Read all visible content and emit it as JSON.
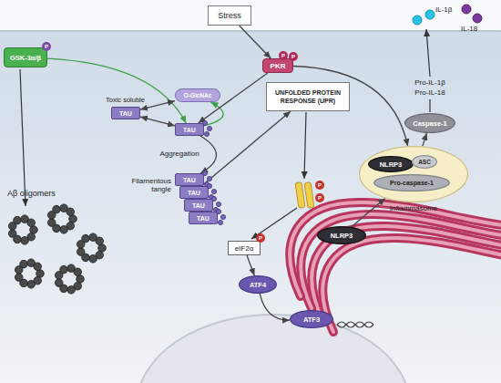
{
  "diagram": {
    "nodes": [
      {
        "text": [
          "Stress"
        ]
      },
      {
        "text": [
          "PKR"
        ]
      },
      {
        "text": [
          "GSK-3α/β"
        ]
      },
      {
        "text": [
          "O-GlcNAc"
        ]
      },
      {
        "text": [
          "TAU"
        ]
      },
      {
        "text": [
          "UNFOLDED PROTEIN RESPONSE (UPR)"
        ]
      },
      {
        "text": [
          "Caspase-1"
        ]
      },
      {
        "text": [
          "TAU"
        ]
      },
      {
        "text": [
          "Inflammasome"
        ]
      },
      {
        "text": [
          "NLRP3"
        ],
        "in": 8
      },
      {
        "text": [
          "ASC"
        ],
        "in": 8
      },
      {
        "text": [
          "Pro-caspase-1"
        ],
        "in": 8
      },
      {
        "text": [
          "TAU"
        ]
      },
      {
        "text": [
          "TAU"
        ]
      },
      {
        "text": [
          "TAU"
        ]
      },
      {
        "text": [
          "TAU"
        ]
      },
      {
        "text": [
          "NLRP3"
        ]
      },
      {
        "text": [
          "eIF2α"
        ]
      },
      {
        "text": [
          "ATF4"
        ]
      },
      {
        "text": [
          "ATF3"
        ]
      }
    ],
    "edges": [
      {
        "from": 0,
        "to": 1,
        "arrow": "to"
      },
      {
        "from": 2,
        "to": 7,
        "arrow": "to"
      },
      {
        "from": 4,
        "to": 3,
        "arrow": "both"
      },
      {
        "from": 4,
        "to": 7,
        "arrow": "both"
      },
      {
        "from": 7,
        "to": 3,
        "arrow": "to"
      },
      {
        "from": 7,
        "to": 12,
        "label": "Aggregation",
        "arrow": "to"
      },
      {
        "from": 1,
        "to": 7,
        "arrow": "to"
      },
      {
        "from": 1,
        "to": 8,
        "arrow": "to"
      },
      {
        "from": 13,
        "to": 5,
        "arrow": "to"
      },
      {
        "from": 16,
        "to": 8,
        "arrow": "to"
      },
      {
        "from": 8,
        "to": 6,
        "arrow": "to"
      },
      {
        "from": 17,
        "to": 18,
        "arrow": "to"
      },
      {
        "from": 18,
        "to": 19,
        "arrow": "to"
      }
    ],
    "labels": [
      "IL-1β",
      "IL-18",
      "P",
      "P",
      "P",
      "Pro-IL-1β",
      "Pro-IL-18",
      "Toxic soluble",
      "Filamentous tangle",
      "P",
      "P",
      "Aβ oligomers",
      "P"
    ]
  }
}
